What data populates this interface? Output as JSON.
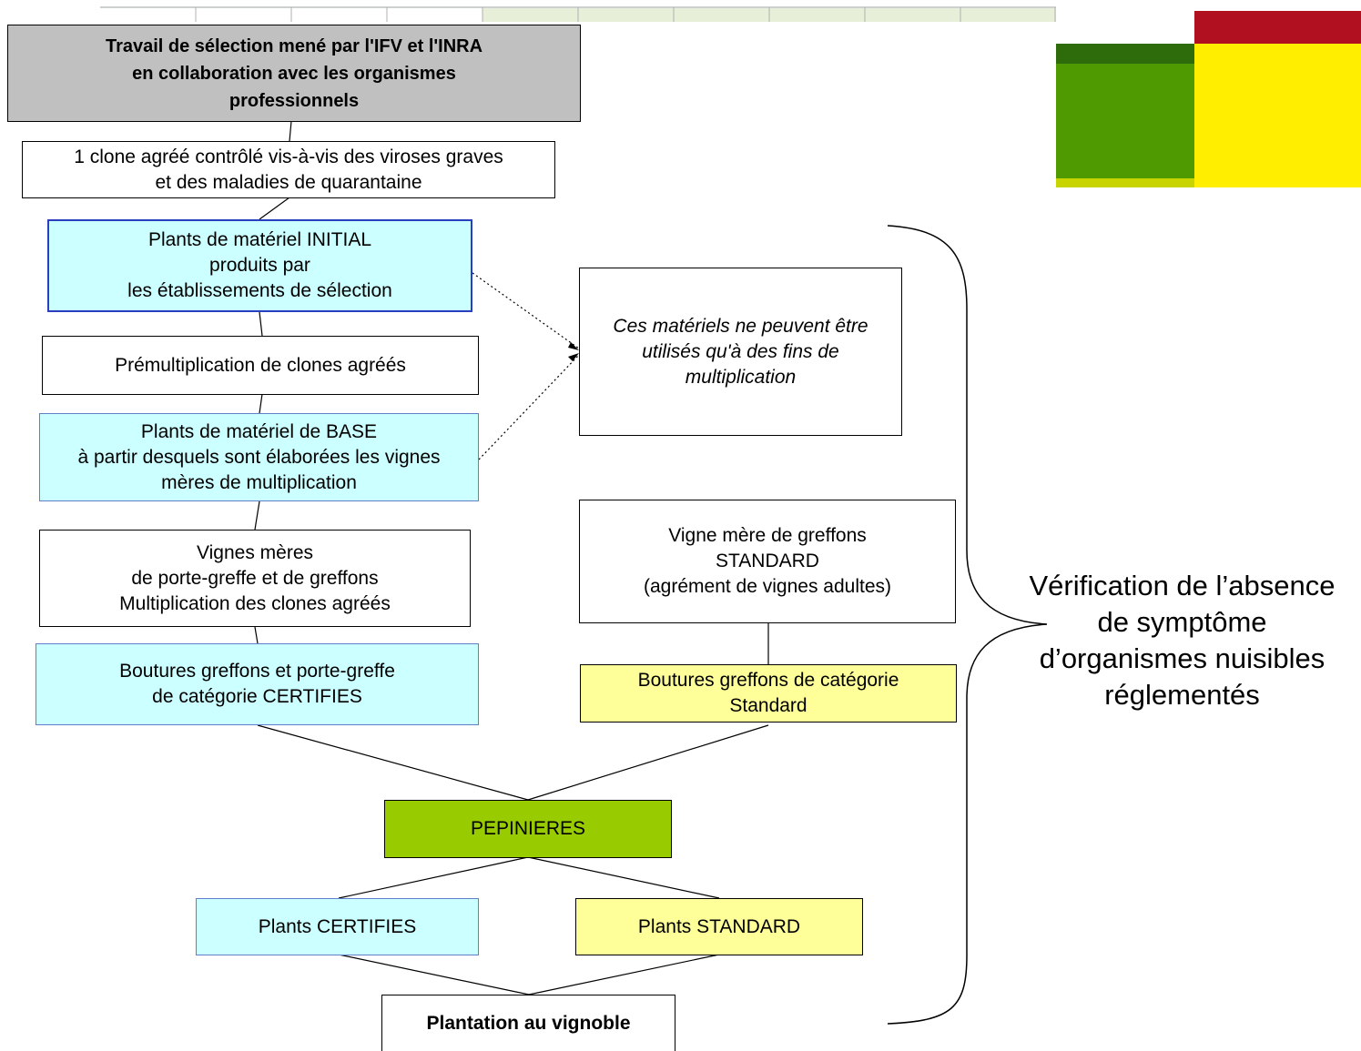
{
  "diagram": {
    "nodes": {
      "selection": "Travail de sélection mené par l'IFV et l'INRA\nen collaboration avec les organismes\nprofessionnels",
      "clone": "1 clone agréé contrôlé vis-à-vis des viroses graves\net des maladies de quarantaine",
      "initial": "Plants de matériel INITIAL\nproduits par\nles établissements de sélection",
      "premult": "Prémultiplication de clones agréés",
      "base": "Plants de matériel de BASE\nà partir desquels sont élaborées les vignes\nmères de multiplication",
      "vignes_meres": "Vignes mères\nde porte-greffe et de greffons\nMultiplication des clones agréés",
      "boutures_cert": "Boutures greffons et porte-greffe\nde catégorie CERTIFIES",
      "note": "Ces matériels ne peuvent être\nutilisés qu'à des fins de\nmultiplication",
      "vigne_standard": "Vigne mère de greffons\nSTANDARD\n(agrément de vignes adultes)",
      "boutures_std": "Boutures greffons de catégorie\nStandard",
      "pepinieres": "PEPINIERES",
      "plants_cert": "Plants CERTIFIES",
      "plants_std": "Plants STANDARD",
      "plantation": "Plantation au vignoble"
    },
    "brace_label": "Vérification de l’absence\nde symptôme\nd’organismes nuisibles\nréglementés"
  },
  "colors": {
    "grey": "#c0c0c0",
    "cyan": "#ccffff",
    "yellow": "#ffff99",
    "green": "#99cc00",
    "decor_dark_green": "#2e6b0a",
    "decor_green": "#4f9a00",
    "decor_red": "#b01020",
    "decor_yellow": "#ffee00"
  }
}
